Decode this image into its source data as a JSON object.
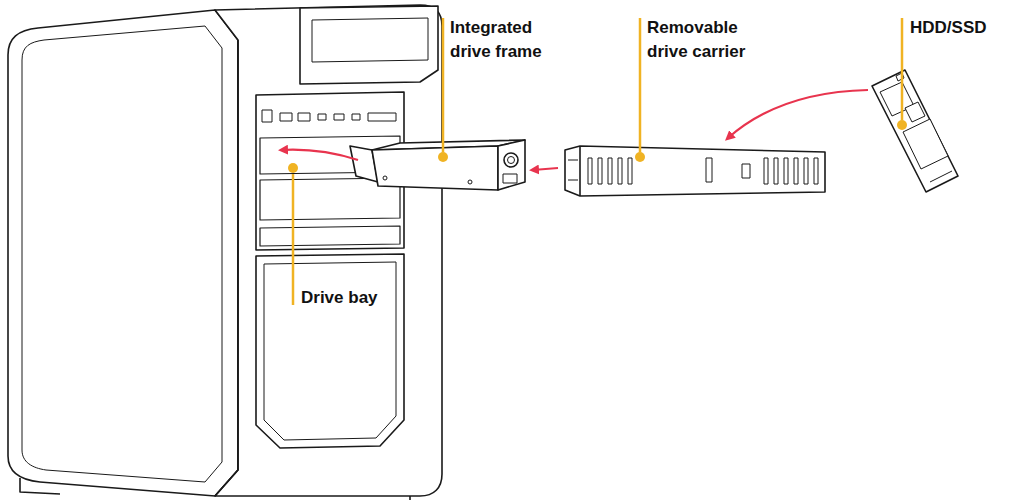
{
  "diagram": {
    "labels": [
      "Integrated drive frame",
      "Removable drive carrier",
      "HDD/SSD",
      "Drive bay"
    ]
  }
}
